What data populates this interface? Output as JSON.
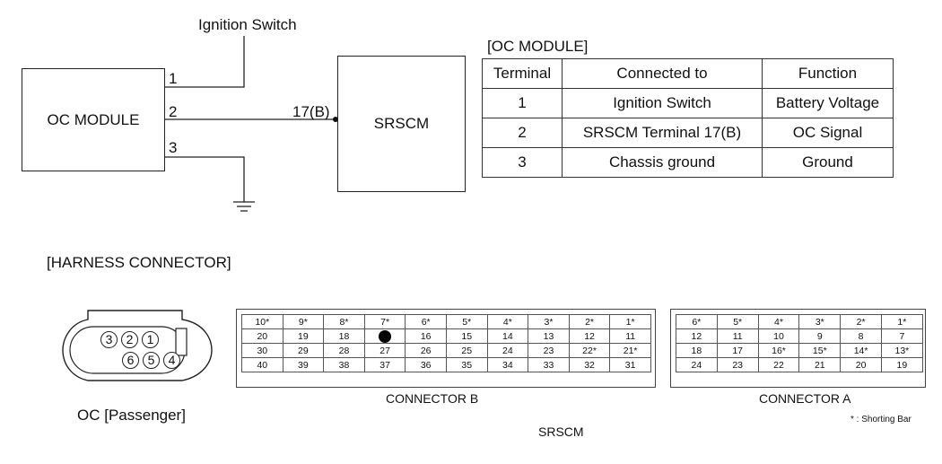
{
  "wiring": {
    "ignition_switch": "Ignition Switch",
    "oc_module": "OC MODULE",
    "srscm": "SRSCM",
    "pin1": "1",
    "pin2": "2",
    "pin3": "3",
    "srscm_pin": "17(B)"
  },
  "oc_table": {
    "title": "[OC MODULE]",
    "headers": [
      "Terminal",
      "Connected to",
      "Function"
    ],
    "rows": [
      [
        "1",
        "Ignition Switch",
        "Battery Voltage"
      ],
      [
        "2",
        "SRSCM Terminal 17(B)",
        "OC Signal"
      ],
      [
        "3",
        "Chassis ground",
        "Ground"
      ]
    ]
  },
  "harness": {
    "title": "[HARNESS CONNECTOR]",
    "oc_label": "OC [Passenger]",
    "oc_pins": [
      "3",
      "2",
      "1",
      "6",
      "5",
      "4"
    ],
    "connector_b_label": "CONNECTOR B",
    "connector_a_label": "CONNECTOR A",
    "srscm_label": "SRSCM",
    "note": "* : Shorting Bar",
    "connector_b": [
      [
        "10*",
        "9*",
        "8*",
        "7*",
        "6*",
        "5*",
        "4*",
        "3*",
        "2*",
        "1*"
      ],
      [
        "20",
        "19",
        "18",
        "●",
        "16",
        "15",
        "14",
        "13",
        "12",
        "11"
      ],
      [
        "30",
        "29",
        "28",
        "27",
        "26",
        "25",
        "24",
        "23",
        "22*",
        "21*"
      ],
      [
        "40",
        "39",
        "38",
        "37",
        "36",
        "35",
        "34",
        "33",
        "32",
        "31"
      ]
    ],
    "connector_a": [
      [
        "6*",
        "5*",
        "4*",
        "3*",
        "2*",
        "1*"
      ],
      [
        "12",
        "11",
        "10",
        "9",
        "8",
        "7"
      ],
      [
        "18",
        "17",
        "16*",
        "15*",
        "14*",
        "13*"
      ],
      [
        "24",
        "23",
        "22",
        "21",
        "20",
        "19"
      ]
    ]
  }
}
